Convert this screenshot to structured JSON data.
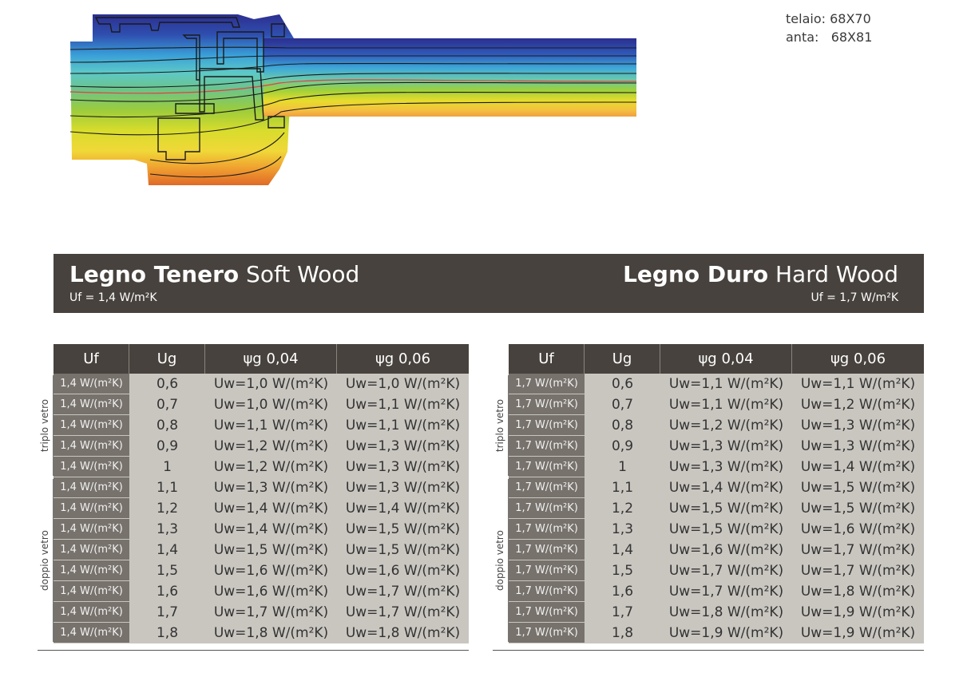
{
  "dims": [
    {
      "label": "telaio:",
      "value": "68X70"
    },
    {
      "label": "anta:",
      "value": "68X81"
    }
  ],
  "banner": {
    "left": {
      "bold": "Legno Tenero",
      "light": "Soft Wood",
      "uf": "Uf = 1,4 W/m²K"
    },
    "right": {
      "bold": "Legno Duro",
      "light": "Hard Wood",
      "uf": "Uf = 1,7 W/m²K"
    }
  },
  "colors": {
    "dark": "#47423d",
    "ufcell": "#77726c",
    "body": "#c9c6c0"
  },
  "headers": [
    "Uf",
    "Ug",
    "ψg  0,04",
    "ψg  0,06"
  ],
  "groups": [
    {
      "label": "triplo vetro",
      "rows": 5
    },
    {
      "label": "doppio vetro",
      "rows": 8
    }
  ],
  "tables": [
    {
      "rows": [
        {
          "uf": "1,4 W/(m²K)",
          "ug": "0,6",
          "a": "Uw=1,0 W/(m²K)",
          "b": "Uw=1,0 W/(m²K)"
        },
        {
          "uf": "1,4 W/(m²K)",
          "ug": "0,7",
          "a": "Uw=1,0 W/(m²K)",
          "b": "Uw=1,1 W/(m²K)"
        },
        {
          "uf": "1,4 W/(m²K)",
          "ug": "0,8",
          "a": "Uw=1,1 W/(m²K)",
          "b": "Uw=1,1 W/(m²K)"
        },
        {
          "uf": "1,4 W/(m²K)",
          "ug": "0,9",
          "a": "Uw=1,2 W/(m²K)",
          "b": "Uw=1,3 W/(m²K)"
        },
        {
          "uf": "1,4 W/(m²K)",
          "ug": "1",
          "a": "Uw=1,2 W/(m²K)",
          "b": "Uw=1,3 W/(m²K)"
        },
        {
          "uf": "1,4 W/(m²K)",
          "ug": "1,1",
          "a": "Uw=1,3 W/(m²K)",
          "b": "Uw=1,3 W/(m²K)"
        },
        {
          "uf": "1,4 W/(m²K)",
          "ug": "1,2",
          "a": "Uw=1,4 W/(m²K)",
          "b": "Uw=1,4 W/(m²K)"
        },
        {
          "uf": "1,4 W/(m²K)",
          "ug": "1,3",
          "a": "Uw=1,4 W/(m²K)",
          "b": "Uw=1,5 W/(m²K)"
        },
        {
          "uf": "1,4 W/(m²K)",
          "ug": "1,4",
          "a": "Uw=1,5 W/(m²K)",
          "b": "Uw=1,5 W/(m²K)"
        },
        {
          "uf": "1,4 W/(m²K)",
          "ug": "1,5",
          "a": "Uw=1,6 W/(m²K)",
          "b": "Uw=1,6 W/(m²K)"
        },
        {
          "uf": "1,4 W/(m²K)",
          "ug": "1,6",
          "a": "Uw=1,6 W/(m²K)",
          "b": "Uw=1,7 W/(m²K)"
        },
        {
          "uf": "1,4 W/(m²K)",
          "ug": "1,7",
          "a": "Uw=1,7 W/(m²K)",
          "b": "Uw=1,7 W/(m²K)"
        },
        {
          "uf": "1,4 W/(m²K)",
          "ug": "1,8",
          "a": "Uw=1,8 W/(m²K)",
          "b": "Uw=1,8 W/(m²K)"
        }
      ]
    },
    {
      "rows": [
        {
          "uf": "1,7 W/(m²K)",
          "ug": "0,6",
          "a": "Uw=1,1 W/(m²K)",
          "b": "Uw=1,1 W/(m²K)"
        },
        {
          "uf": "1,7 W/(m²K)",
          "ug": "0,7",
          "a": "Uw=1,1 W/(m²K)",
          "b": "Uw=1,2 W/(m²K)"
        },
        {
          "uf": "1,7 W/(m²K)",
          "ug": "0,8",
          "a": "Uw=1,2 W/(m²K)",
          "b": "Uw=1,3 W/(m²K)"
        },
        {
          "uf": "1,7 W/(m²K)",
          "ug": "0,9",
          "a": "Uw=1,3 W/(m²K)",
          "b": "Uw=1,3 W/(m²K)"
        },
        {
          "uf": "1,7 W/(m²K)",
          "ug": "1",
          "a": "Uw=1,3 W/(m²K)",
          "b": "Uw=1,4 W/(m²K)"
        },
        {
          "uf": "1,7 W/(m²K)",
          "ug": "1,1",
          "a": "Uw=1,4 W/(m²K)",
          "b": "Uw=1,5 W/(m²K)"
        },
        {
          "uf": "1,7 W/(m²K)",
          "ug": "1,2",
          "a": "Uw=1,5 W/(m²K)",
          "b": "Uw=1,5 W/(m²K)"
        },
        {
          "uf": "1,7 W/(m²K)",
          "ug": "1,3",
          "a": "Uw=1,5 W/(m²K)",
          "b": "Uw=1,6 W/(m²K)"
        },
        {
          "uf": "1,7 W/(m²K)",
          "ug": "1,4",
          "a": "Uw=1,6 W/(m²K)",
          "b": "Uw=1,7 W/(m²K)"
        },
        {
          "uf": "1,7 W/(m²K)",
          "ug": "1,5",
          "a": "Uw=1,7 W/(m²K)",
          "b": "Uw=1,7 W/(m²K)"
        },
        {
          "uf": "1,7 W/(m²K)",
          "ug": "1,6",
          "a": "Uw=1,7 W/(m²K)",
          "b": "Uw=1,8 W/(m²K)"
        },
        {
          "uf": "1,7 W/(m²K)",
          "ug": "1,7",
          "a": "Uw=1,8 W/(m²K)",
          "b": "Uw=1,9 W/(m²K)"
        },
        {
          "uf": "1,7 W/(m²K)",
          "ug": "1,8",
          "a": "Uw=1,9 W/(m²K)",
          "b": "Uw=1,9 W/(m²K)"
        }
      ]
    }
  ]
}
